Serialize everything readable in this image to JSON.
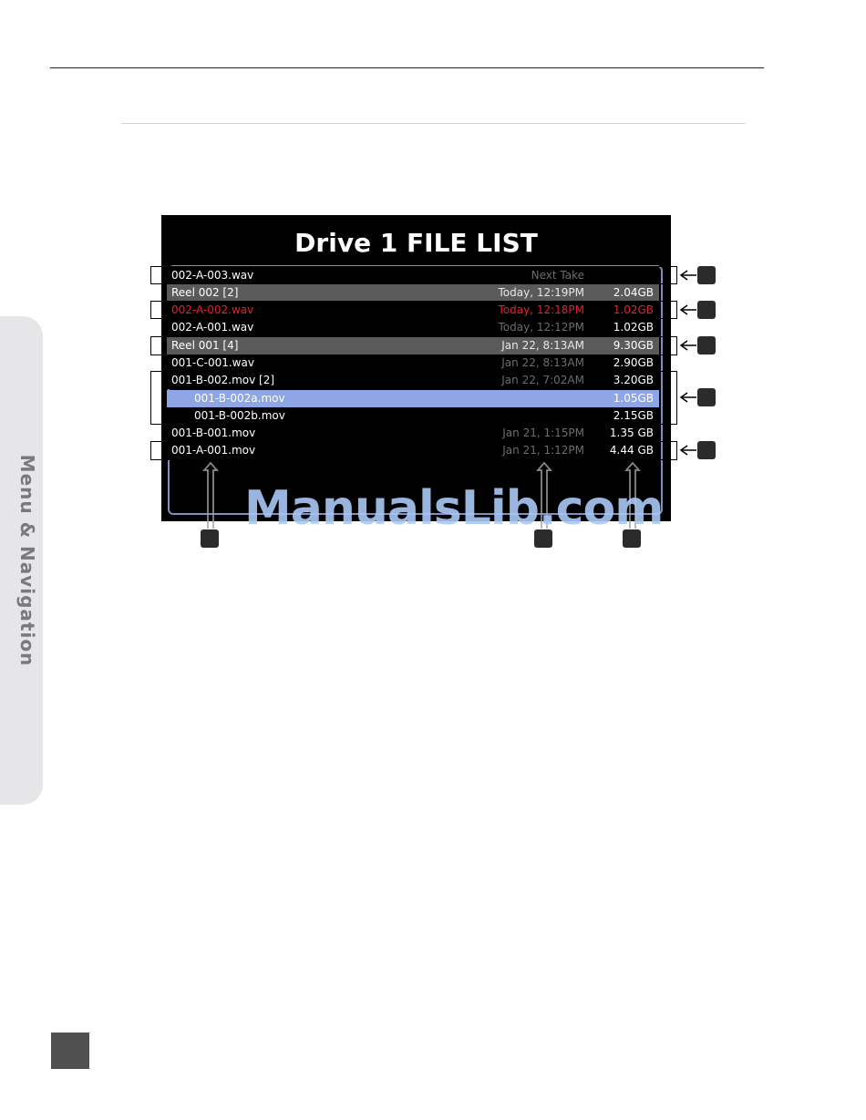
{
  "sidebar": {
    "section_label": "Menu & Navigation"
  },
  "screen": {
    "title": "Drive 1 FILE LIST",
    "rows": [
      {
        "name": "002-A-003.wav",
        "date": "Next Take",
        "size": "",
        "style": "white"
      },
      {
        "name": "Reel 002 [2]",
        "date": "Today, 12:19PM",
        "size": "2.04GB",
        "style": "reel"
      },
      {
        "name": "002-A-002.wav",
        "date": "Today, 12:18PM",
        "size": "1.02GB",
        "style": "red"
      },
      {
        "name": "002-A-001.wav",
        "date": "Today, 12:12PM",
        "size": "1.02GB",
        "style": "white"
      },
      {
        "name": "Reel 001 [4]",
        "date": "Jan 22, 8:13AM",
        "size": "9.30GB",
        "style": "reel"
      },
      {
        "name": "001-C-001.wav",
        "date": "Jan 22, 8:13AM",
        "size": "2.90GB",
        "style": "white"
      },
      {
        "name": "001-B-002.mov [2]",
        "date": "Jan 22, 7:02AM",
        "size": "3.20GB",
        "style": "white"
      },
      {
        "name": "001-B-002a.mov",
        "date": "",
        "size": "1.05GB",
        "style": "selected",
        "child": true
      },
      {
        "name": "001-B-002b.mov",
        "date": "",
        "size": "2.15GB",
        "style": "white",
        "child": true
      },
      {
        "name": "001-B-001.mov",
        "date": "Jan 21, 1:15PM",
        "size": "1.35 GB",
        "style": "white"
      },
      {
        "name": "001-A-001.mov",
        "date": "Jan 21, 1:12PM",
        "size": "4.44 GB",
        "style": "white"
      }
    ]
  },
  "watermark": "ManualsLib.com"
}
